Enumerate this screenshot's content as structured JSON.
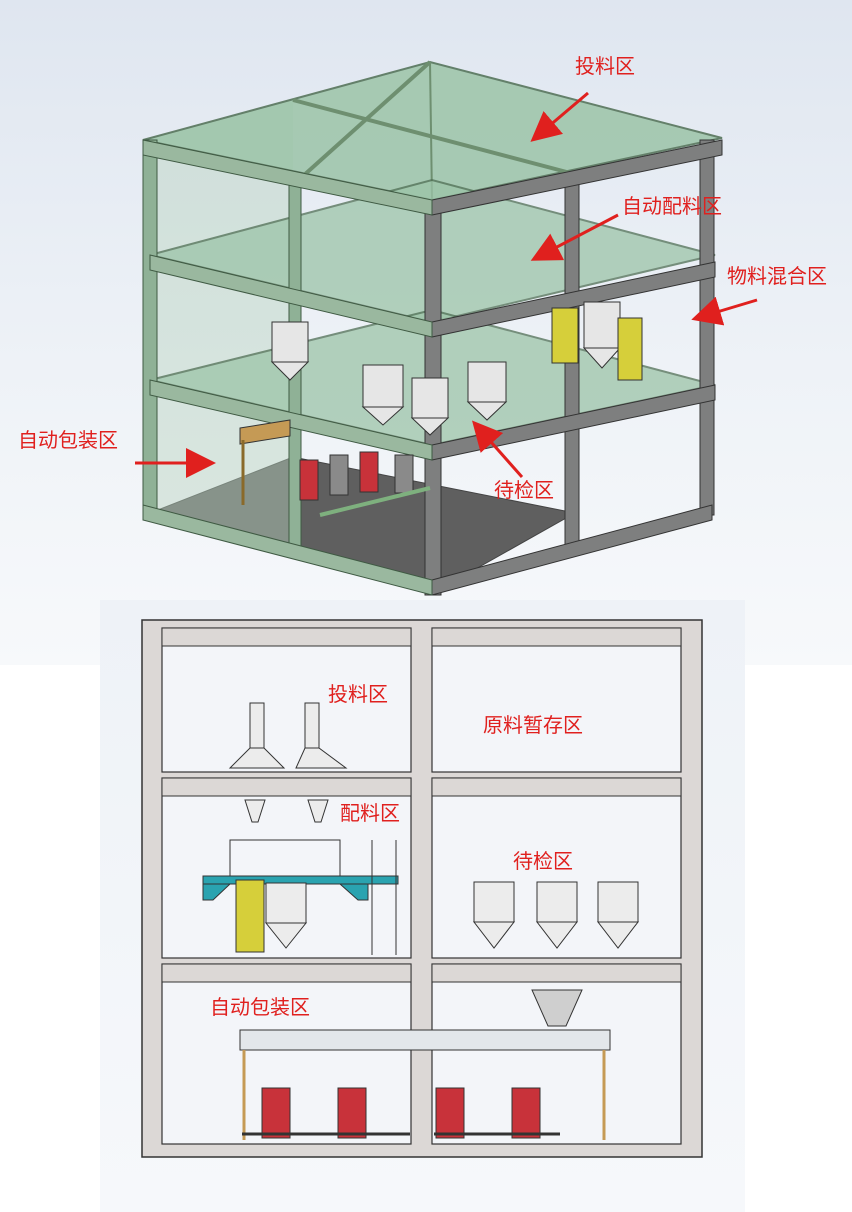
{
  "labels": {
    "top_feeding": "投料区",
    "top_auto_batching": "自动配料区",
    "top_mixing": "物料混合区",
    "top_auto_packing": "自动包装区",
    "top_inspection": "待检区",
    "front_feeding": "投料区",
    "front_raw_storage": "原料暂存区",
    "front_batching": "配料区",
    "front_inspection": "待检区",
    "front_auto_packing": "自动包装区"
  },
  "colors": {
    "label": "#e0201e",
    "arrow": "#e0201e",
    "glass": "#9cc4a8",
    "frame": "#6e8f70",
    "floor": "#5f5f5f",
    "wall": "#dcd8d6",
    "equipment_red": "#c8323a",
    "equipment_yellow": "#d6cf3a",
    "equipment_teal": "#2aa3b0"
  }
}
